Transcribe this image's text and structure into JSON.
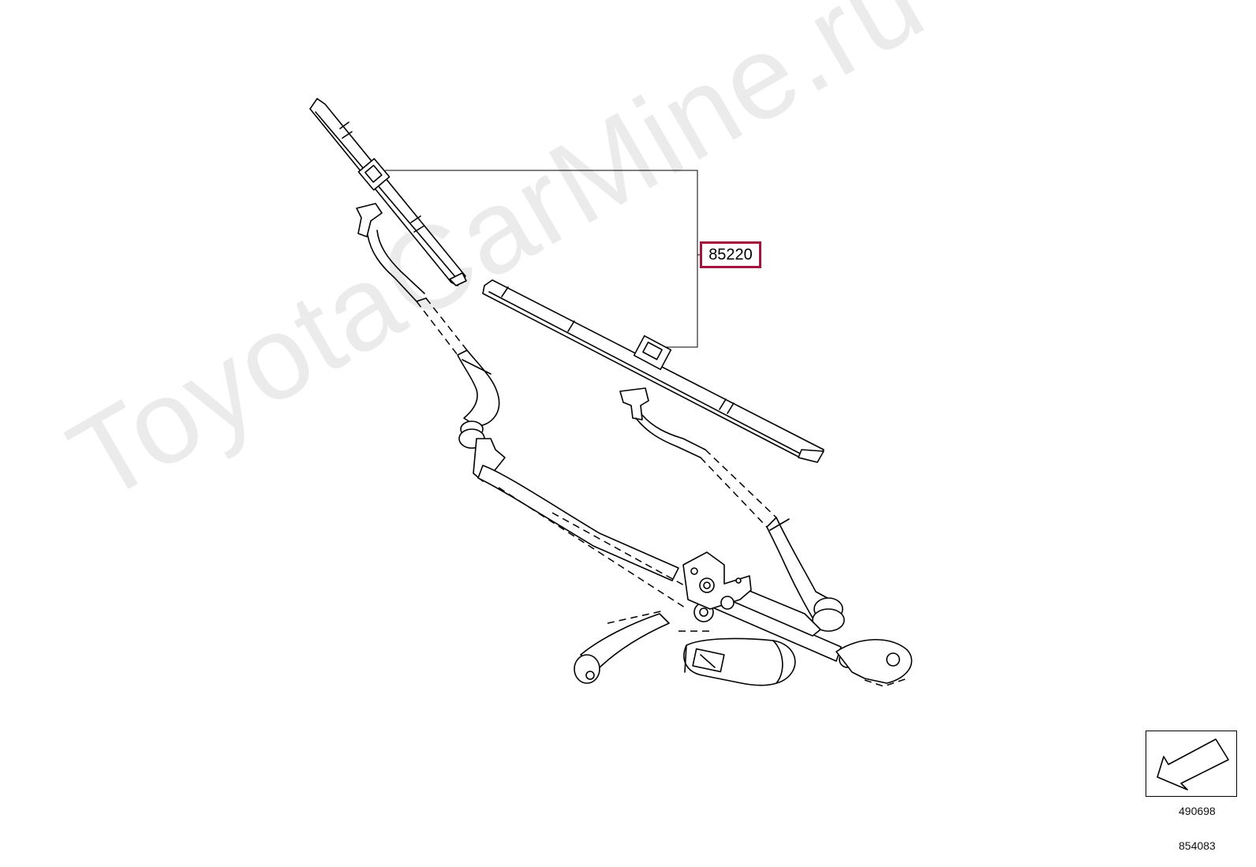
{
  "watermark": "ToyotaCarMine.ru",
  "callout": {
    "part_number": "85220",
    "accent_color": "#a3153d"
  },
  "reference": {
    "figure_id": "490698",
    "page_id": "854083",
    "nav_icon": "arrow-down-left-icon"
  }
}
